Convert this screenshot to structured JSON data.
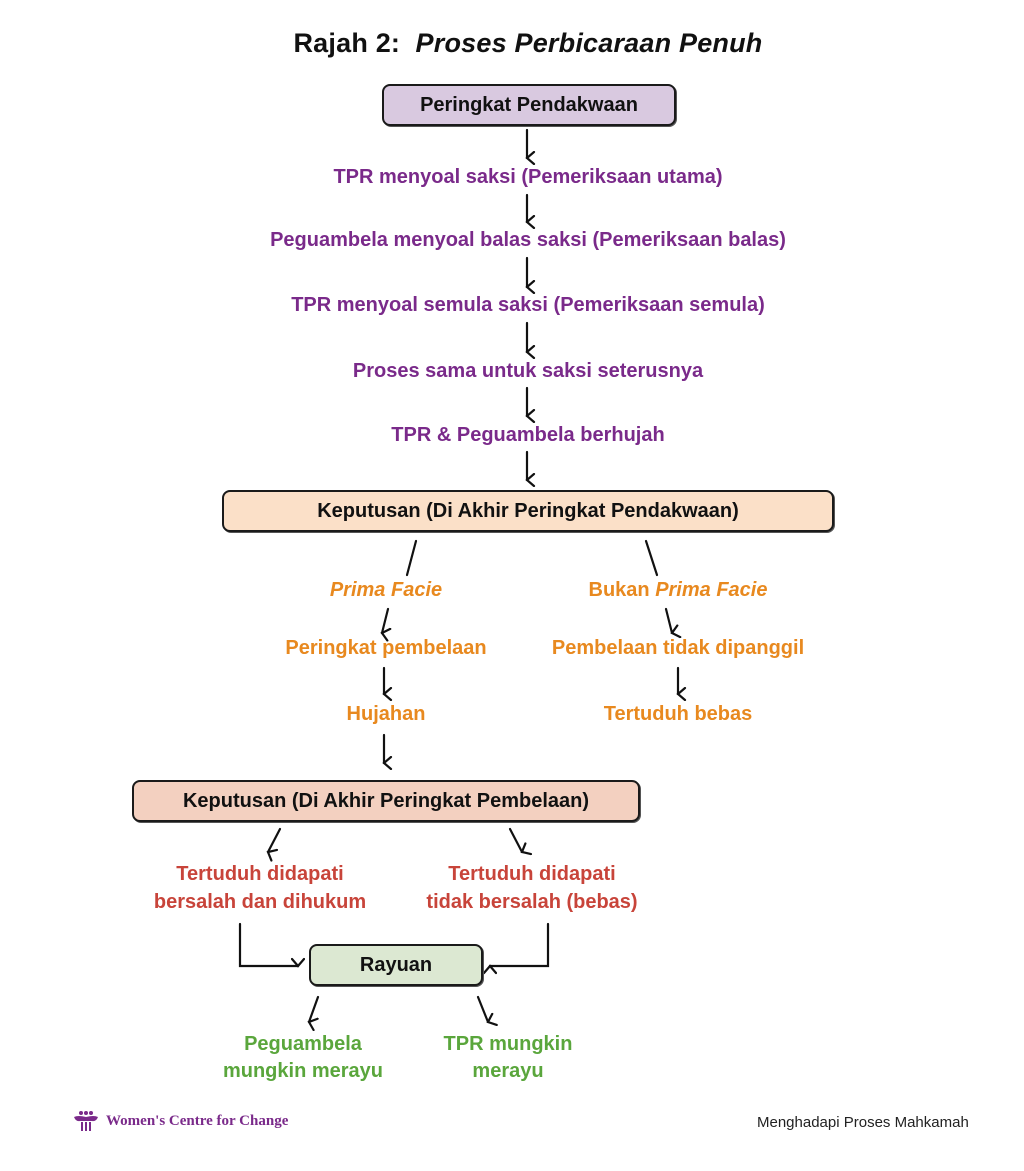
{
  "title": {
    "prefix": "Rajah 2:",
    "main": "Proses Perbicaraan Penuh"
  },
  "colors": {
    "prosecution": "#d9c9e0",
    "decision1": "#fbe0c8",
    "decision2": "#f3d0c0",
    "appeal": "#dce8d2",
    "purple_text": "#7a2a8a",
    "orange_text": "#e8891f",
    "red_text": "#c8443a",
    "green_text": "#5aa63c"
  },
  "stage_prosecution": {
    "label": "Peringkat Pendakwaan",
    "steps": [
      "TPR menyoal saksi (Pemeriksaan utama)",
      "Peguambela menyoal balas saksi (Pemeriksaan balas)",
      "TPR menyoal semula saksi (Pemeriksaan semula)",
      "Proses sama untuk saksi seterusnya",
      "TPR & Peguambela berhujah"
    ]
  },
  "decision_prosecution": {
    "label": "Keputusan (Di Akhir Peringkat Pendakwaan)",
    "left_branch": {
      "label": "Prima Facie",
      "steps": [
        "Peringkat pembelaan",
        "Hujahan"
      ]
    },
    "right_branch": {
      "label_prefix": "Bukan",
      "label_italic": "Prima Facie",
      "steps": [
        "Pembelaan tidak dipanggil",
        "Tertuduh bebas"
      ]
    }
  },
  "decision_defence": {
    "label": "Keputusan (Di Akhir Peringkat Pembelaan)",
    "left_outcome": {
      "line1": "Tertuduh didapati",
      "line2": "bersalah dan dihukum"
    },
    "right_outcome": {
      "line1": "Tertuduh didapati",
      "line2": "tidak bersalah (bebas)"
    }
  },
  "appeal": {
    "label": "Rayuan",
    "left": {
      "line1": "Peguambela",
      "line2": "mungkin merayu"
    },
    "right": {
      "line1": "TPR mungkin",
      "line2": "merayu"
    }
  },
  "footer": {
    "organization": "Women's Centre for Change",
    "publication": "Menghadapi Proses Mahkamah",
    "logo_icon": "pillar-logo-icon"
  }
}
